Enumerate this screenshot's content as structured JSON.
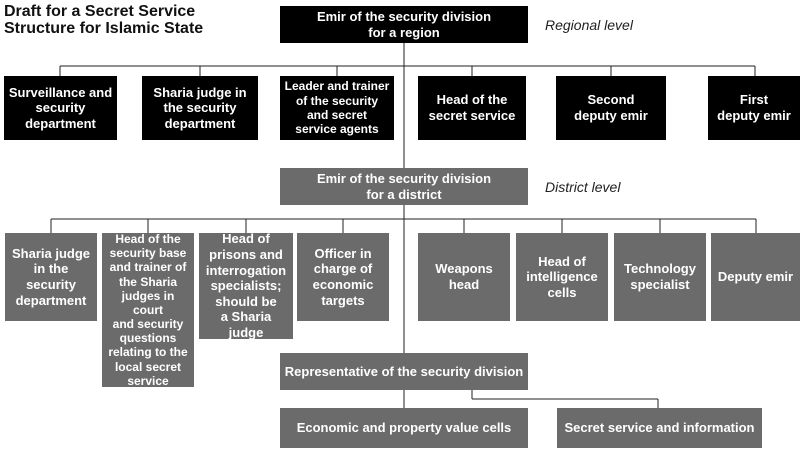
{
  "title": {
    "line1": "Draft for a Secret Service",
    "line2": "Structure for Islamic State"
  },
  "levels": {
    "regional": "Regional level",
    "district": "District level"
  },
  "regional": {
    "emir": {
      "line1": "Emir of the security division",
      "line2": "for a region"
    },
    "children": [
      {
        "line1": "Surveillance and",
        "line2": "security",
        "line3": "department"
      },
      {
        "line1": "Sharia judge in",
        "line2": "the security",
        "line3": "department"
      },
      {
        "line1": "Leader and trainer",
        "line2": "of the security",
        "line3": "and secret",
        "line4": "service agents"
      },
      {
        "line1": "Head of the",
        "line2": "secret service"
      },
      {
        "line1": "Second",
        "line2": "deputy emir"
      },
      {
        "line1": "First",
        "line2": "deputy emir"
      }
    ]
  },
  "district": {
    "emir": {
      "line1": "Emir of the security division",
      "line2": "for a district"
    },
    "children": [
      {
        "line1": "Sharia judge",
        "line2": "in the",
        "line3": "security",
        "line4": "department"
      },
      {
        "line1": "Head of the",
        "line2": "security base",
        "line3": "and trainer of",
        "line4": "the Sharia",
        "line5": "judges in court",
        "line6": "and security",
        "line7": "questions",
        "line8": "relating to the",
        "line9": "local secret",
        "line10": "service"
      },
      {
        "line1": "Head of",
        "line2": "prisons and",
        "line3": "interrogation",
        "line4": "specialists;",
        "line5": "should be",
        "line6": "a Sharia judge"
      },
      {
        "line1": "Officer in",
        "line2": "charge of",
        "line3": "economic",
        "line4": "targets"
      },
      {
        "line1": "Weapons",
        "line2": "head"
      },
      {
        "line1": "Head of",
        "line2": "intelligence",
        "line3": "cells"
      },
      {
        "line1": "Technology",
        "line2": "specialist"
      },
      {
        "line1": "Deputy emir"
      }
    ]
  },
  "representative": {
    "label": "Representative of the security division"
  },
  "cells": [
    {
      "label": "Economic and property value cells"
    },
    {
      "label": "Secret service and information"
    }
  ],
  "colors": {
    "regional_box": "#000000",
    "district_box": "#6b6b6b",
    "text": "#ffffff",
    "line": "#222222"
  }
}
